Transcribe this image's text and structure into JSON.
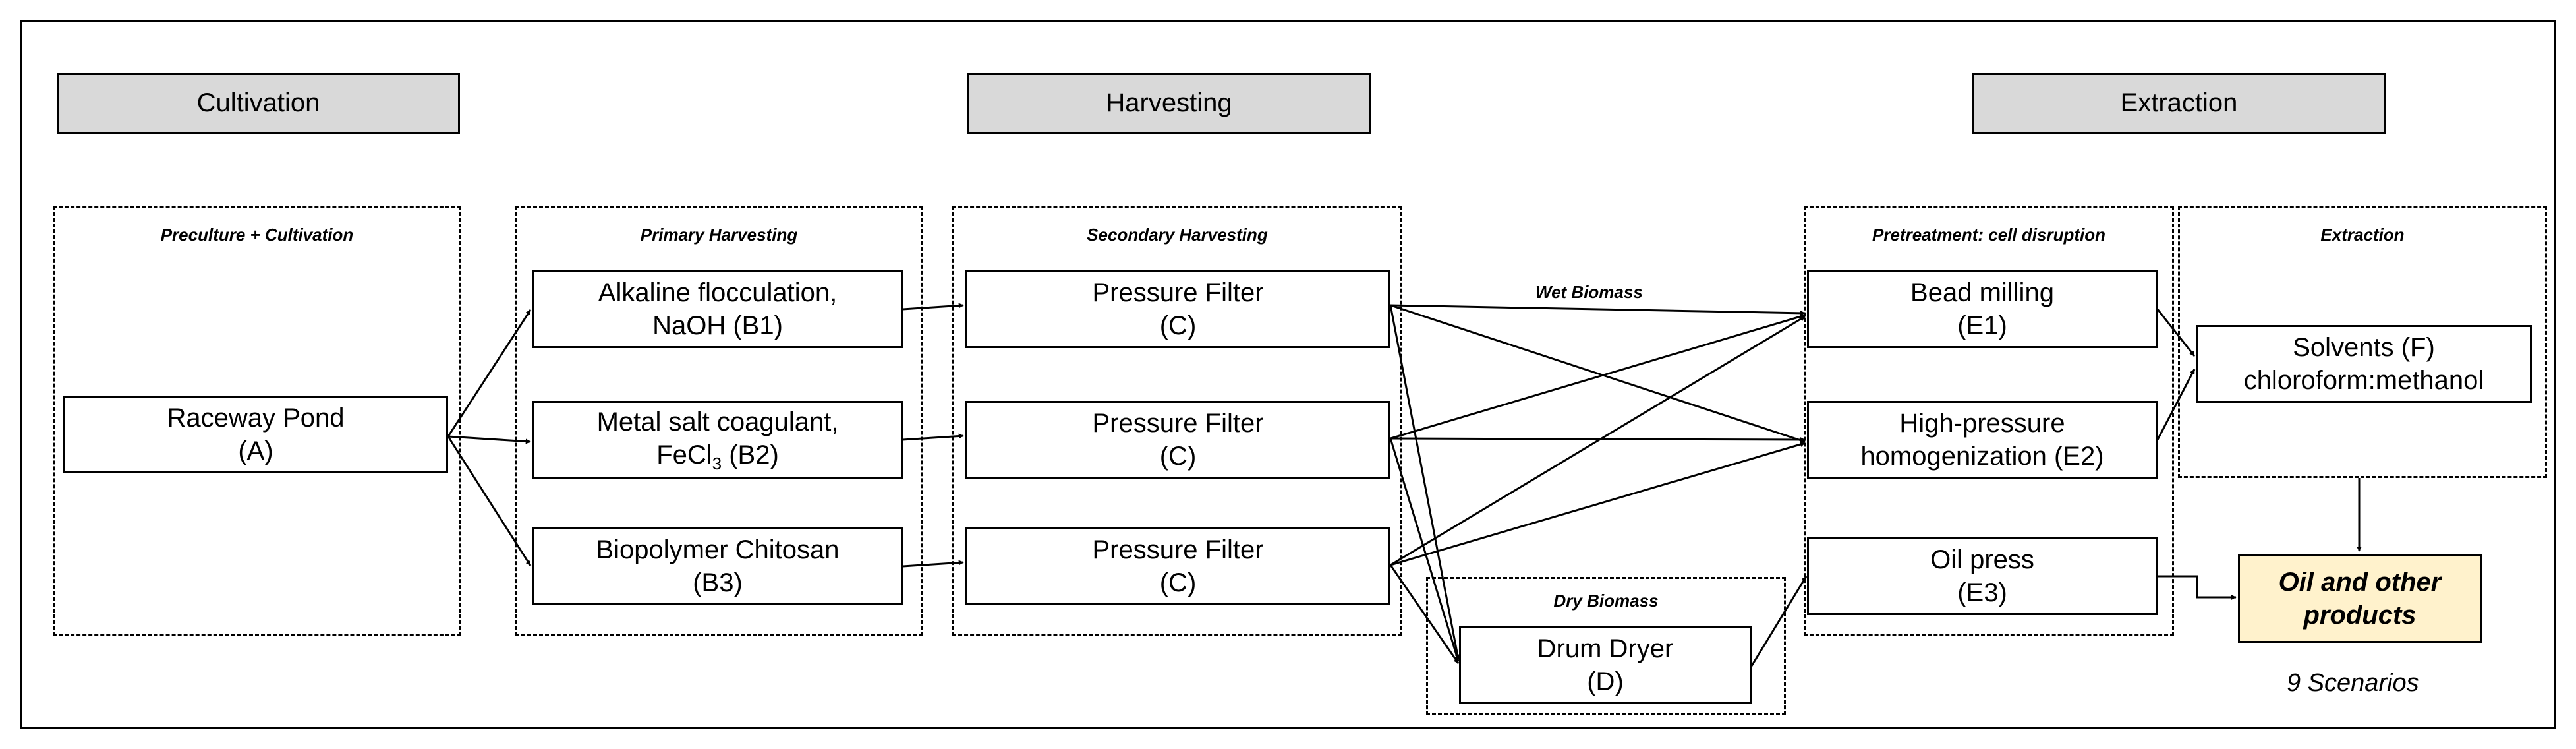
{
  "stages": {
    "cultivation": "Cultivation",
    "harvesting": "Harvesting",
    "extraction": "Extraction"
  },
  "groups": {
    "preculture": "Preculture + Cultivation",
    "primary": "Primary Harvesting",
    "secondary": "Secondary Harvesting",
    "dry": "Dry Biomass",
    "pretreatment": "Pretreatment: cell disruption",
    "extraction": "Extraction"
  },
  "nodes": {
    "a": {
      "line1": "Raceway Pond",
      "line2": "(A)"
    },
    "b1": {
      "line1": "Alkaline flocculation,",
      "line2": "NaOH (B1)"
    },
    "b2": {
      "line1": "Metal salt coagulant,",
      "line2_pre": "FeCl",
      "line2_sub": "3",
      "line2_post": " (B2)"
    },
    "b3": {
      "line1": "Biopolymer Chitosan",
      "line2": "(B3)"
    },
    "c1": {
      "line1": "Pressure Filter",
      "line2": "(C)"
    },
    "c2": {
      "line1": "Pressure Filter",
      "line2": "(C)"
    },
    "c3": {
      "line1": "Pressure Filter",
      "line2": "(C)"
    },
    "d": {
      "line1": "Drum Dryer",
      "line2": "(D)"
    },
    "e1": {
      "line1": "Bead milling",
      "line2": "(E1)"
    },
    "e2": {
      "line1": "High-pressure",
      "line2": "homogenization (E2)"
    },
    "e3": {
      "line1": "Oil press",
      "line2": "(E3)"
    },
    "f": {
      "line1": "Solvents (F)",
      "line2": "chloroform:methanol"
    },
    "product": {
      "line1": "Oil and other",
      "line2": "products"
    }
  },
  "flow_label_wet": "Wet Biomass",
  "scenarios": "9 Scenarios",
  "colors": {
    "header_fill": "#d9d9d9",
    "product_fill": "#fff2cc",
    "line": "#000000"
  }
}
